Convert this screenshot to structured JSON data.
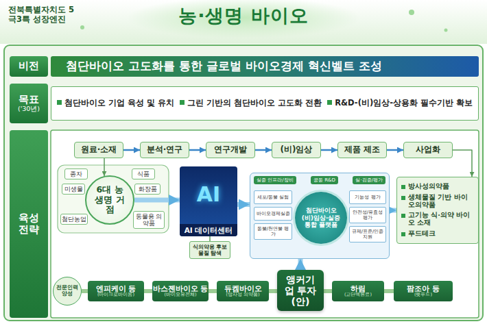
{
  "diagram": {
    "title": "농·생명 바이오",
    "nodes": [
      {
        "text": [
          "비전"
        ]
      },
      {
        "text": [
          "첨단바이오 고도화를 통한 글로벌 바이오경제 혁신벨트 조성"
        ]
      },
      {
        "text": [
          "목표",
          "('30년)"
        ]
      },
      {
        "text": [
          "첨단바이오 기업 육성 및 유치",
          "그린 기반의 첨단바이오 고도화 전환",
          "R&D-(비)임상-상용화 필수기반 확보"
        ]
      },
      {
        "text": [
          "육성 전략"
        ]
      },
      {
        "text": [
          "원료·소재"
        ]
      },
      {
        "text": [
          "분석·연구"
        ]
      },
      {
        "text": [
          "연구개발"
        ]
      },
      {
        "text": [
          "(비)임상"
        ]
      },
      {
        "text": [
          "제품 제조"
        ]
      },
      {
        "text": [
          "사업화"
        ]
      },
      {
        "text": [
          "6대 농생명 거점"
        ]
      },
      {
        "text": [
          "종자"
        ]
      },
      {
        "text": [
          "식품"
        ]
      },
      {
        "text": [
          "미생물"
        ]
      },
      {
        "text": [
          "화장품"
        ]
      },
      {
        "text": [
          "첨단농업"
        ]
      },
      {
        "text": [
          "동물용 의약품"
        ]
      },
      {
        "text": [
          "AI",
          "AI 데이터센터"
        ]
      },
      {
        "text": [
          "식의약용 후보물질 탐색"
        ]
      },
      {
        "text": [
          "실증 인프라/장비",
          "공동 R&D",
          "실·검증/평가"
        ]
      },
      {
        "text": [
          "세포/동물 실험"
        ],
        "in": 20
      },
      {
        "text": [
          "바이오경제실증"
        ],
        "in": 20
      },
      {
        "text": [
          "동물/천연물 평가"
        ],
        "in": 20
      },
      {
        "text": [
          "첨단바이오 (비)임상·실증 통합 플랫폼"
        ],
        "in": 20
      },
      {
        "text": [
          "기능성 평가"
        ],
        "in": 20
      },
      {
        "text": [
          "안전성/유효성 평가"
        ],
        "in": 20
      },
      {
        "text": [
          "규제/표준/인증 지원"
        ],
        "in": 20
      },
      {
        "text": [
          "방사성의약품",
          "생체물질 기반 바이오의약품",
          "고기능 식·의약 바이오 소재",
          "푸드테크"
        ]
      },
      {
        "text": [
          "전문인력 양성"
        ]
      },
      {
        "text": [
          "엔피케이 등",
          "(마이크로바이옴)"
        ]
      },
      {
        "text": [
          "바스젠바이오 등",
          "(바이오유전체)"
        ]
      },
      {
        "text": [
          "듀켐바이오",
          "(방사성 의약품)"
        ]
      },
      {
        "text": [
          "앵커기업 투자(안)"
        ]
      },
      {
        "text": [
          "하림",
          "(고단백원료)"
        ]
      },
      {
        "text": [
          "팜조아 등",
          "(펫푸드)"
        ]
      }
    ],
    "edges": [
      {
        "from": 5,
        "to": 6,
        "arrow": "to"
      },
      {
        "from": 6,
        "to": 7,
        "arrow": "to"
      },
      {
        "from": 7,
        "to": 8,
        "arrow": "to"
      },
      {
        "from": 8,
        "to": 9,
        "arrow": "to"
      },
      {
        "from": 9,
        "to": 10,
        "arrow": "to"
      },
      {
        "from": 10,
        "to": 28,
        "arrow": "to"
      },
      {
        "from": 5,
        "to": 11,
        "arrow": "to"
      },
      {
        "from": 11,
        "to": 18,
        "arrow": "to"
      },
      {
        "from": 18,
        "to": 19,
        "arrow": "none"
      },
      {
        "from": 18,
        "to": 20,
        "arrow": "to"
      },
      {
        "from": 20,
        "to": 28,
        "arrow": "to"
      },
      {
        "from": 33,
        "to": 20,
        "arrow": "to"
      },
      {
        "from": 29,
        "to": 30,
        "arrow": "none"
      },
      {
        "from": 30,
        "to": 31,
        "arrow": "none"
      },
      {
        "from": 31,
        "to": 32,
        "arrow": "none"
      },
      {
        "from": 32,
        "to": 33,
        "arrow": "none"
      },
      {
        "from": 33,
        "to": 34,
        "arrow": "none"
      },
      {
        "from": 34,
        "to": 35,
        "arrow": "none"
      }
    ],
    "labels": [
      "전북특별자치도 5극3특 성장엔진"
    ]
  }
}
